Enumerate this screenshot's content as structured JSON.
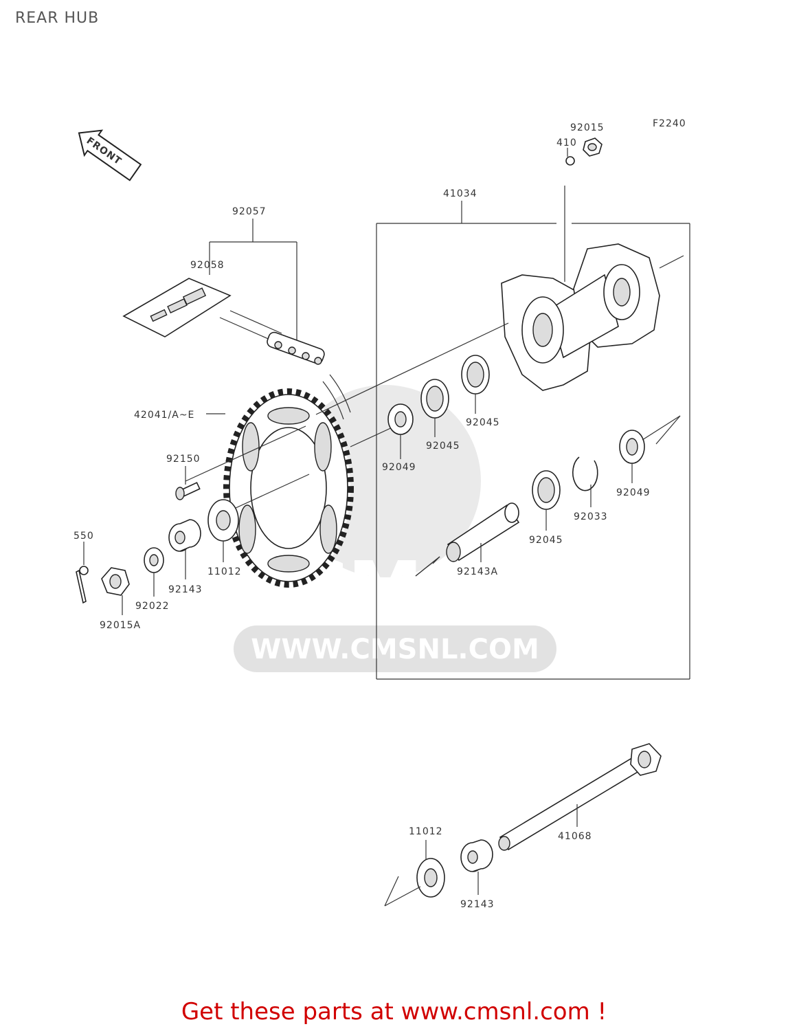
{
  "title": "REAR HUB",
  "figure_code": "F2240",
  "front_label": "FRONT",
  "watermark": {
    "logo": "CMS",
    "url": "WWW.CMSNL.COM"
  },
  "labels": {
    "p92015": "92015",
    "p410": "410",
    "p41034": "41034",
    "p92057": "92057",
    "p92058": "92058",
    "p42041": "42041/A~E",
    "p92150": "92150",
    "p92049a": "92049",
    "p92045a": "92045",
    "p92045b": "92045",
    "p92049b": "92049",
    "p92033": "92033",
    "p92045c": "92045",
    "p92143A": "92143A",
    "p550": "550",
    "p11012a": "11012",
    "p92143a": "92143",
    "p92022": "92022",
    "p92015A": "92015A",
    "p11012b": "11012",
    "p41068": "41068",
    "p92143b": "92143"
  },
  "footer": "Get these parts at www.cmsnl.com !"
}
